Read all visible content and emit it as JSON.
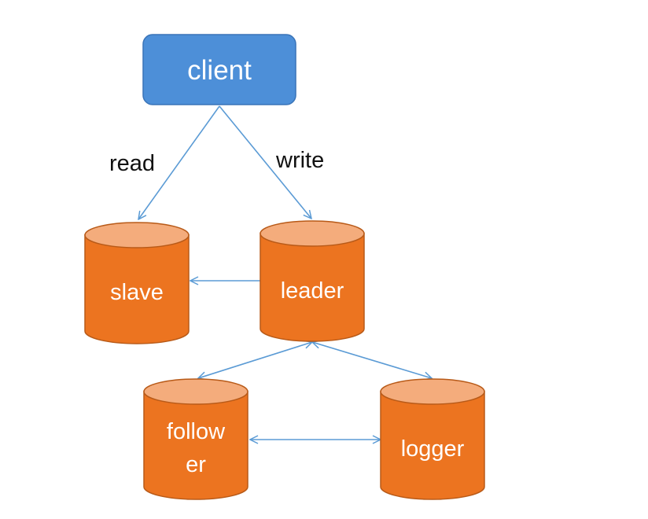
{
  "colors": {
    "client_fill": "#4d8fd8",
    "client_stroke": "#3a74b8",
    "cylinder_body": "#ec7420",
    "cylinder_top": "#f4ac7c",
    "cylinder_stroke": "#b85a18",
    "arrow": "#5b9bd5",
    "label_text": "#111111",
    "node_text": "#ffffff"
  },
  "nodes": {
    "client": {
      "label": "client",
      "shape": "rounded-rectangle"
    },
    "slave": {
      "label": "slave",
      "shape": "cylinder"
    },
    "leader": {
      "label": "leader",
      "shape": "cylinder"
    },
    "follower": {
      "label_line1": "follow",
      "label_line2": "er",
      "shape": "cylinder"
    },
    "logger": {
      "label": "logger",
      "shape": "cylinder"
    }
  },
  "edges": {
    "read": {
      "from": "client",
      "to": "slave",
      "label": "read",
      "direction": "one-way"
    },
    "write": {
      "from": "client",
      "to": "leader",
      "label": "write",
      "direction": "one-way"
    },
    "replicate": {
      "from": "leader",
      "to": "slave",
      "direction": "one-way"
    },
    "leader_follower": {
      "from": "leader",
      "to": "follower",
      "direction": "two-way"
    },
    "leader_logger": {
      "from": "leader",
      "to": "logger",
      "direction": "two-way"
    },
    "follower_logger": {
      "from": "follower",
      "to": "logger",
      "direction": "two-way"
    }
  }
}
